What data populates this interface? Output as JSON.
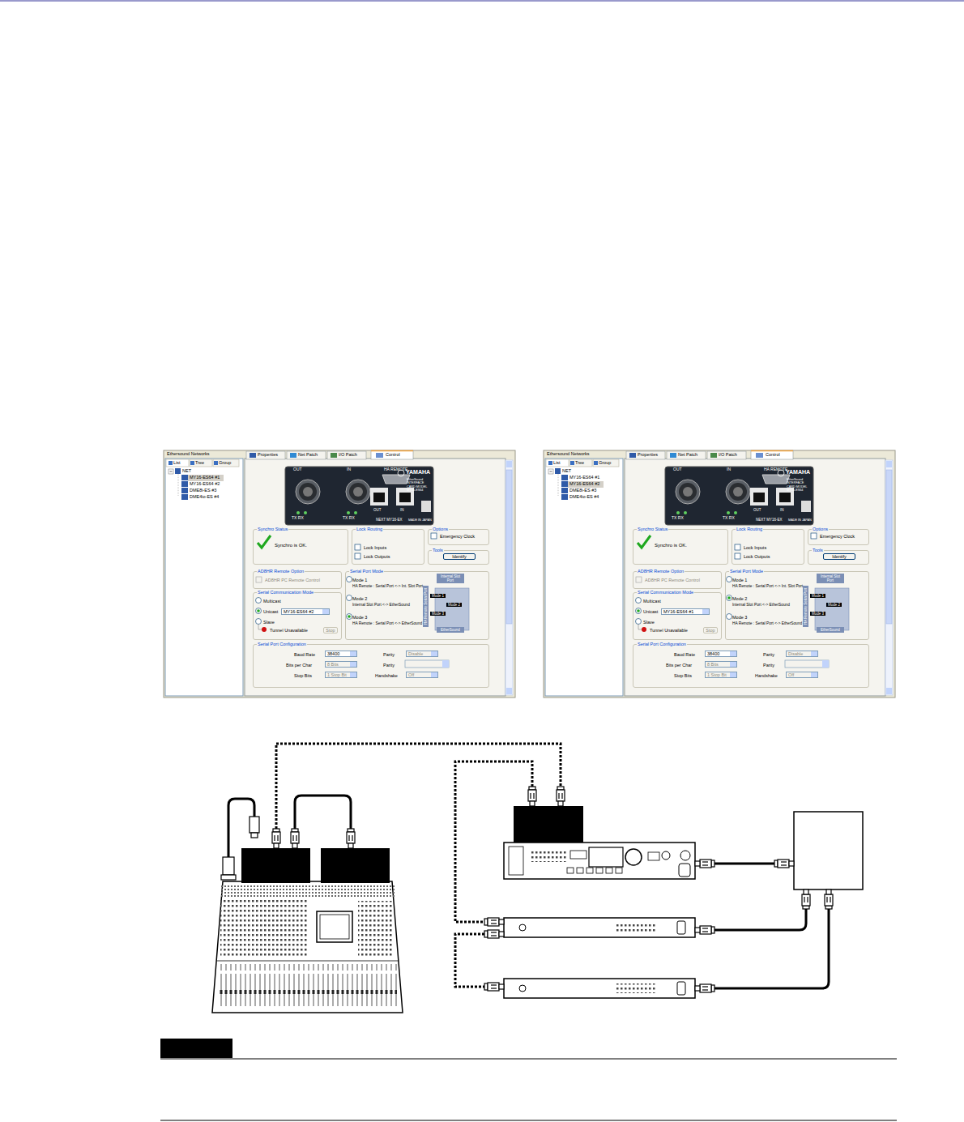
{
  "diagram": {
    "nodes": [
      {
        "text": [
          "Synchro Status",
          "Synchro is OK."
        ]
      },
      {
        "text": [
          "Lock Routing",
          "Lock Inputs",
          "Lock Outputs"
        ]
      },
      {
        "text": [
          "Options",
          "Emergency Clock"
        ]
      },
      {
        "text": [
          "Tools",
          "Identify"
        ]
      },
      {
        "text": [
          "AD8HR Remote Option",
          "AD8HR PC Remote Control"
        ]
      },
      {
        "text": [
          "Serial Communication Mode",
          "Multicast",
          "Unicast",
          "MY16-ES64 #2",
          "Slave",
          "Tunnel Unavailable",
          "Stop"
        ]
      },
      {
        "text": [
          "Serial Port Mode",
          "Mode 1",
          "HA Remote : Serial Port <-> Int. Slot Port",
          "Mode 2",
          "Internal Slot Port <-> EtherSound",
          "Mode 3",
          "HA Remote : Serial Port <-> EtherSound",
          "Internal Slot Port",
          "HA Remote Serial Port",
          "Mode 1",
          "Mode 2",
          "Mode 3",
          "EtherSound"
        ]
      },
      {
        "text": [
          "Serial Port Configuration",
          "Baud Rate",
          "38400",
          "Parity",
          "Disable",
          "Bits per Char",
          "8 Bits",
          "Parity",
          "Stop Bits",
          "1 Stop Bit",
          "Handshake",
          "Off"
        ]
      },
      {
        "text": [
          "Synchro Status",
          "Synchro is OK."
        ]
      },
      {
        "text": [
          "Lock Routing",
          "Lock Inputs",
          "Lock Outputs"
        ]
      },
      {
        "text": [
          "Options",
          "Emergency Clock"
        ]
      },
      {
        "text": [
          "Tools",
          "Identify"
        ]
      },
      {
        "text": [
          "AD8HR Remote Option",
          "AD8HR PC Remote Control"
        ]
      },
      {
        "text": [
          "Serial Communication Mode",
          "Multicast",
          "Unicast",
          "MY16-ES64 #1",
          "Slave",
          "Tunnel Unavailable",
          "Stop"
        ]
      },
      {
        "text": [
          "Serial Port Mode",
          "Mode 1",
          "HA Remote : Serial Port <-> Int. Slot Port",
          "Mode 2",
          "Internal Slot Port <-> EtherSound",
          "Mode 3",
          "HA Remote : Serial Port <-> EtherSound",
          "Internal Slot Port",
          "HA Remote Serial Port",
          "Mode 1",
          "Mode 2",
          "Mode 3",
          "EtherSound"
        ]
      },
      {
        "text": [
          "Serial Port Configuration",
          "Baud Rate",
          "38400",
          "Parity",
          "Disable",
          "Bits per Char",
          "8 Bits",
          "Parity",
          "Stop Bits",
          "1 Stop Bit",
          "Handshake",
          "Off"
        ]
      }
    ],
    "labels": [
      "Ethersound Networks",
      "List",
      "Tree",
      "Group",
      "NET",
      "MY16-ES64 #1",
      "MY16-ES64 #2",
      "DME8i-ES #3",
      "DME4io-ES #4",
      "Properties",
      "Net Patch",
      "I/O Patch",
      "Control",
      "OUT",
      "IN",
      "HA REMOTE",
      "YAMAHA",
      "EtherSound INTERFACE CARD MODEL MY16-ES64",
      "TX RX",
      "TX RX",
      "OUT",
      "IN",
      "NEXT MY16-EX",
      "MADE IN JAPAN",
      "Ethersound Networks",
      "List",
      "Tree",
      "Group",
      "NET",
      "MY16-ES64 #1",
      "MY16-ES64 #2",
      "DME8i-ES #3",
      "DME4io-ES #4",
      "Properties",
      "Net Patch",
      "I/O Patch",
      "Control",
      "OUT",
      "IN",
      "HA REMOTE",
      "YAMAHA",
      "EtherSound INTERFACE CARD MODEL MY16-ES64",
      "TX RX",
      "TX RX",
      "OUT",
      "IN",
      "NEXT MY16-EX",
      "MADE IN JAPAN"
    ]
  }
}
